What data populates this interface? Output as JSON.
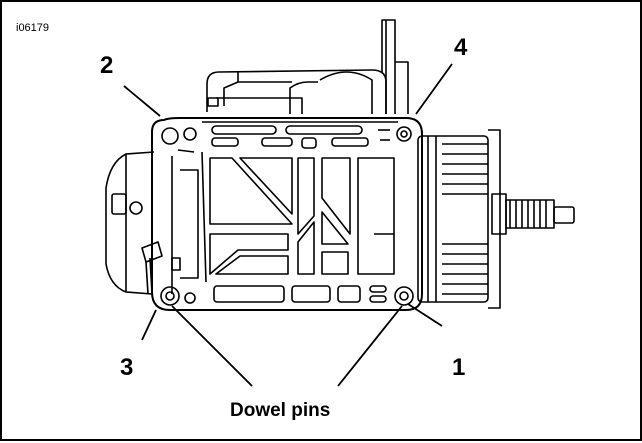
{
  "figure_id": "i06179",
  "callouts": {
    "one": "1",
    "two": "2",
    "three": "3",
    "four": "4"
  },
  "caption": "Dowel pins",
  "colors": {
    "line": "#000000",
    "background": "#ffffff"
  }
}
